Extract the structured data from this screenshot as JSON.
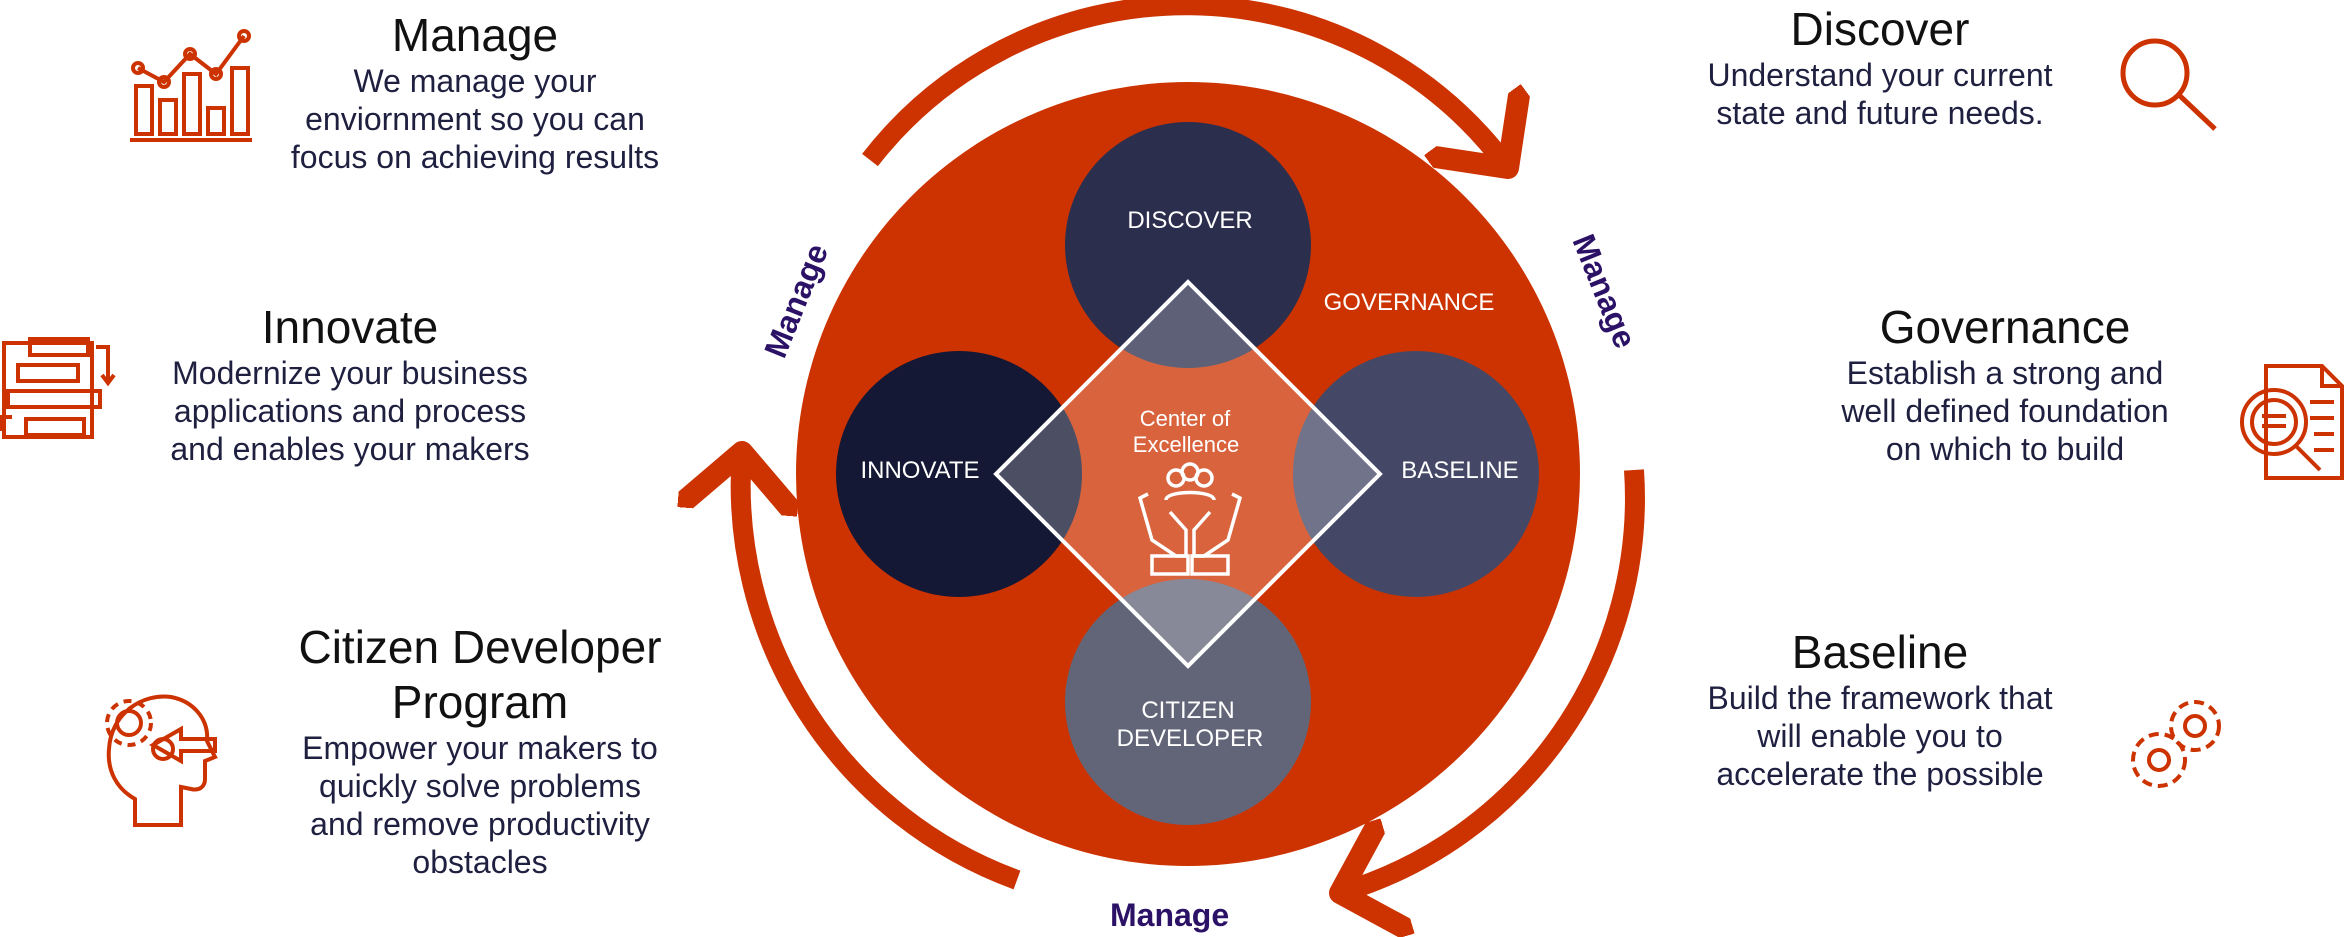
{
  "colors": {
    "accent": "#cc3300",
    "circle_bg": "#cc3300",
    "manage_text": "#2c1266"
  },
  "left_blocks": [
    {
      "id": "manage",
      "title": "Manage",
      "desc": "We manage your\nenviornment so you can\nfocus on achieving results",
      "icon": "bar-chart-icon"
    },
    {
      "id": "innovate",
      "title": "Innovate",
      "desc": "Modernize your business\napplications and process\nand enables your makers",
      "icon": "process-flow-icon"
    },
    {
      "id": "citizen",
      "title": "Citizen Developer\nProgram",
      "desc": "Empower your makers to\nquickly solve problems\nand remove productivity\nobstacles",
      "icon": "head-gears-icon"
    }
  ],
  "right_blocks": [
    {
      "id": "discover",
      "title": "Discover",
      "desc": "Understand your current\nstate and future needs.",
      "icon": "magnifier-icon"
    },
    {
      "id": "governance",
      "title": "Governance",
      "desc": "Establish a strong and\nwell defined foundation\non which to build",
      "icon": "document-search-icon"
    },
    {
      "id": "baseline",
      "title": "Baseline",
      "desc": "Build the framework that\nwill enable you to\naccelerate the possible",
      "icon": "gears-icon"
    }
  ],
  "diagram": {
    "discover": "DISCOVER",
    "innovate": "INNOVATE",
    "baseline": "BASELINE",
    "citizen_line1": "CITIZEN",
    "citizen_line2": "DEVELOPER",
    "governance": "GOVERNANCE",
    "center_line1": "Center of",
    "center_line2": "Excellence",
    "center_icon": "hands-people-icon",
    "manage_labels": [
      "Manage",
      "Manage",
      "Manage"
    ]
  }
}
